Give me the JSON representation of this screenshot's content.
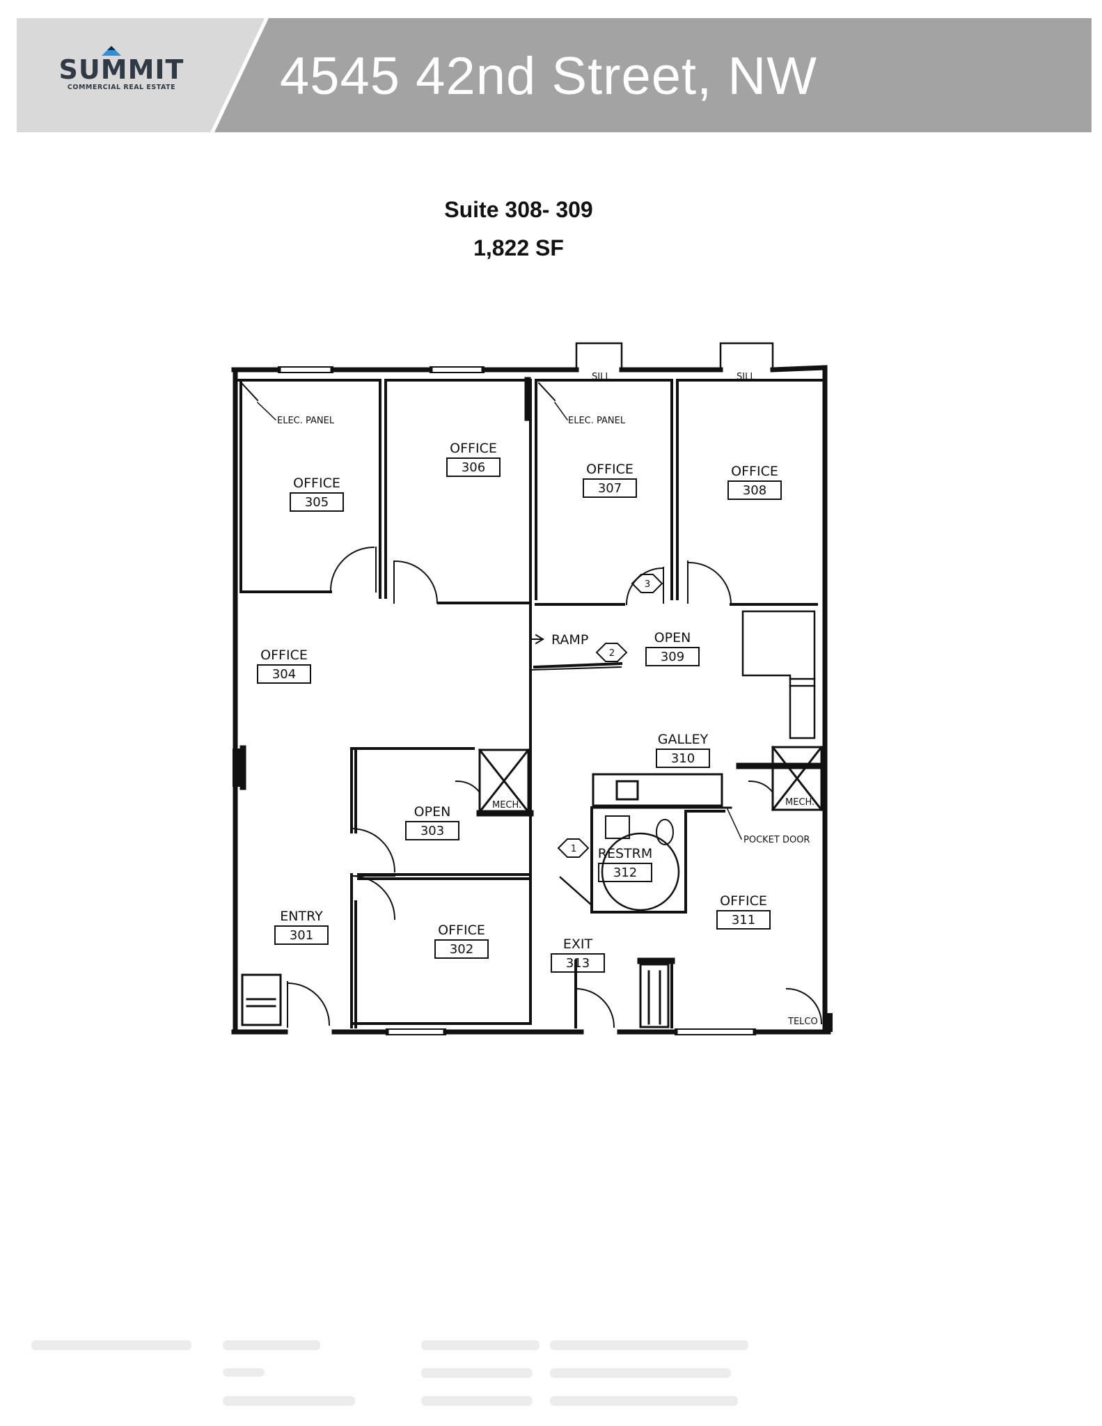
{
  "header": {
    "logo": {
      "name": "SUMMIT",
      "tagline": "COMMERCIAL REAL ESTATE",
      "icon": "mountain-peak-icon"
    },
    "address": "4545 42nd Street, NW",
    "colors": {
      "banner_gray": "#a3a3a3",
      "logo_panel": "#d9d9d9",
      "logo_accent": "#2f8fd6",
      "logo_text": "#2f3a45"
    }
  },
  "suite": {
    "title": "Suite 308- 309",
    "area": "1,822 SF"
  },
  "floorplan": {
    "rooms": [
      {
        "label": "OFFICE",
        "number": "305"
      },
      {
        "label": "OFFICE",
        "number": "306"
      },
      {
        "label": "OFFICE",
        "number": "307"
      },
      {
        "label": "OFFICE",
        "number": "308"
      },
      {
        "label": "OFFICE",
        "number": "304"
      },
      {
        "label": "OPEN",
        "number": "309"
      },
      {
        "label": "GALLEY",
        "number": "310"
      },
      {
        "label": "OPEN",
        "number": "303"
      },
      {
        "label": "RESTRM",
        "number": "312"
      },
      {
        "label": "ENTRY",
        "number": "301"
      },
      {
        "label": "OFFICE",
        "number": "302"
      },
      {
        "label": "OFFICE",
        "number": "311"
      },
      {
        "label": "EXIT",
        "number": "313"
      }
    ],
    "annotations": {
      "elec_panel": "ELEC. PANEL",
      "sill": "SILL",
      "ramp": "RAMP",
      "mech": "MECH.",
      "pocket_door": "POCKET DOOR",
      "telco": "TELCO"
    },
    "markers": [
      "1",
      "2",
      "3"
    ]
  }
}
